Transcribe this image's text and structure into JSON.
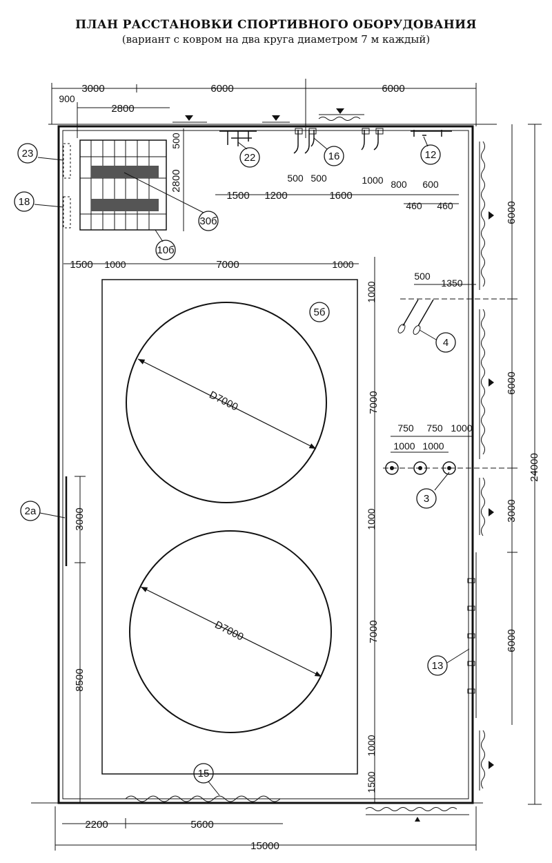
{
  "header": {
    "title": "ПЛАН РАССТАНОВКИ СПОРТИВНОГО ОБОРУДОВАНИЯ",
    "subtitle": "(вариант с ковром на два круга диаметром 7 м каждый)"
  },
  "dims": {
    "top_3000": "3000",
    "top_6000a": "6000",
    "top_6000b": "6000",
    "top_900": "900",
    "top_2800": "2800",
    "v_500": "500",
    "v_2800": "2800",
    "eq_1500": "1500",
    "eq_1200": "1200",
    "eq_500a": "500",
    "eq_500b": "500",
    "eq_1600": "1600",
    "eq_1000": "1000",
    "eq_800": "800",
    "eq_600": "600",
    "eq_460a": "460",
    "eq_460b": "460",
    "h_1500": "1500",
    "h_1000a": "1000",
    "h_7000": "7000",
    "h_1000b": "1000",
    "rings_500": "500",
    "rings_1350": "1350",
    "circle_d1": "D7000",
    "circle_d2": "D7000",
    "v_mid_1000a": "1000",
    "v_mid_7000a": "7000",
    "v_mid_1000b": "1000",
    "v_mid_7000b": "7000",
    "v_mid_1000c": "1000",
    "v_mid_1500": "1500",
    "bars_750a": "750",
    "bars_750b": "750",
    "bars_1000a": "1000",
    "bars_1000b": "1000",
    "bars_1000c": "1000",
    "right_6000a": "6000",
    "right_6000b": "6000",
    "right_3000": "3000",
    "right_6000c": "6000",
    "right_24000": "24000",
    "left_3000": "3000",
    "left_8500": "8500",
    "bottom_2200": "2200",
    "bottom_5600": "5600",
    "bottom_15000": "15000"
  },
  "labels": {
    "l23": "23",
    "l18": "18",
    "l22": "22",
    "l16": "16",
    "l12": "12",
    "l30": "30б",
    "l10": "10б",
    "l5": "5б",
    "l4": "4",
    "l3": "3",
    "l2a": "2а",
    "l13": "13",
    "l15": "15"
  }
}
